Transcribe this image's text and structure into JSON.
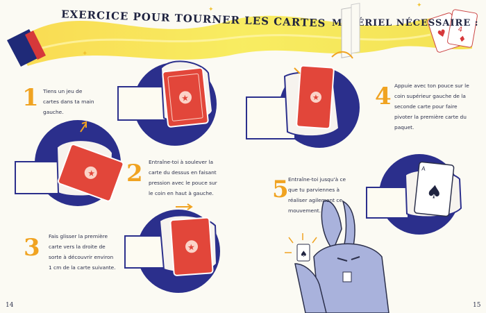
{
  "header": {
    "title": "EXERCICE POUR TOURNER LES CARTES",
    "materials_label": "MATÉRIEL NÉCESSAIRE :"
  },
  "steps": [
    {
      "number": "1",
      "text": "Tiens un jeu de cartes dans ta main gauche."
    },
    {
      "number": "2",
      "text": "Entraîne-toi à soulever la carte du dessus en faisant pression avec le pouce sur le coin en haut à gauche."
    },
    {
      "number": "3",
      "text": "Fais glisser la première carte vers la droite de sorte à découvrir environ 1 cm de la carte suivante."
    },
    {
      "number": "4",
      "text": "Appuie avec ton pouce sur le coin supérieur gauche de la seconde carte pour faire pivoter la première carte du paquet."
    },
    {
      "number": "5",
      "text": "Entraîne-toi jusqu'à ce que tu parviennes à réaliser agilement ce mouvement."
    }
  ],
  "pages": {
    "left": "14",
    "right": "15"
  },
  "colors": {
    "navy": "#2b2f8c",
    "card_red": "#e2463a",
    "orange": "#f0a321",
    "yellow": "#f6e44a",
    "rabbit": "#a9b2dc"
  }
}
